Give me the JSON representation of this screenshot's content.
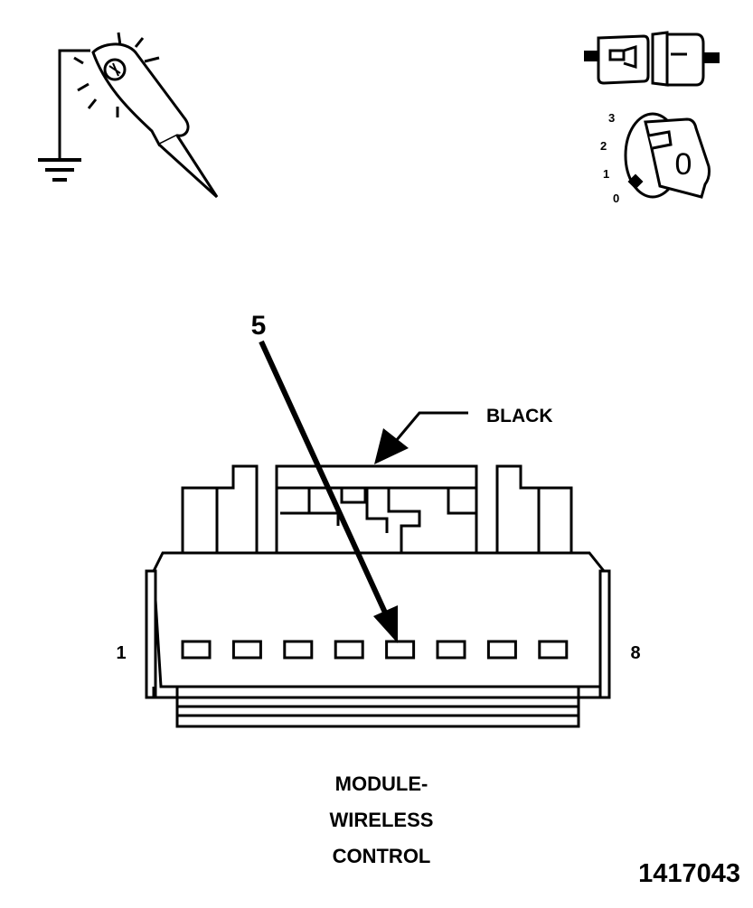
{
  "key_positions": [
    "3",
    "2",
    "1",
    "0"
  ],
  "key_symbol": "0",
  "callout_number": "5",
  "connector_color": "BLACK",
  "pin_first": "1",
  "pin_last": "8",
  "component_label": [
    "MODULE-",
    "WIRELESS",
    "CONTROL"
  ],
  "figure_number": "1417043",
  "cavity_count": 8,
  "highlighted_cavity": 5
}
